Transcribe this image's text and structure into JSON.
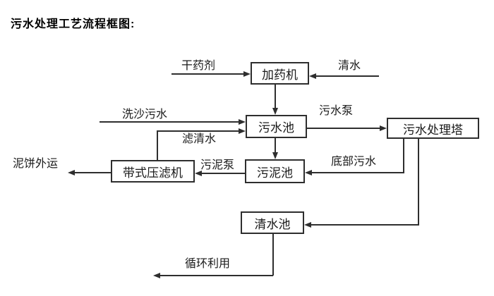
{
  "title": "污水处理工艺流程框图:",
  "nodes": {
    "dosing_machine": {
      "label": "加药机"
    },
    "sewage_pool": {
      "label": "污水池"
    },
    "treatment_tower": {
      "label": "污水处理塔"
    },
    "belt_filter_press": {
      "label": "带式压滤机"
    },
    "sludge_pool": {
      "label": "污泥池"
    },
    "clean_water_pool": {
      "label": "清水池"
    }
  },
  "flow_labels": {
    "dry_agent": "干药剂",
    "clean_water_in": "清水",
    "sand_washing_sewage": "洗沙污水",
    "sewage_pump": "污水泵",
    "filtered_clean_water": "滤清水",
    "sludge_pump": "污泥泵",
    "bottom_sewage": "底部污水",
    "mud_cake_out": "泥饼外运",
    "recycle_reuse": "循环利用"
  },
  "colors": {
    "line": "#2e2e2e",
    "text": "#1a1a1a",
    "background": "#ffffff"
  }
}
